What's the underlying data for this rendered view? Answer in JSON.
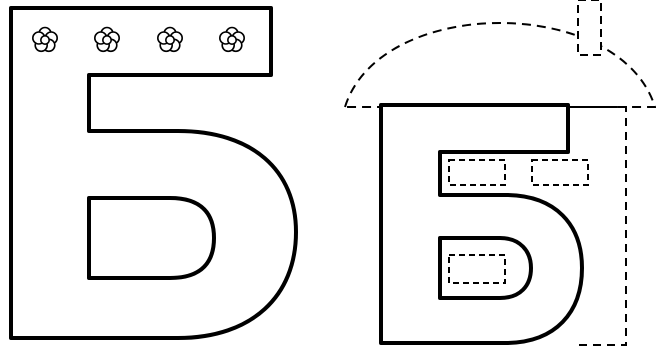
{
  "colors": {
    "ink": "#000000",
    "paper": "#ffffff"
  },
  "left_letter": {
    "name": "capital-be-letter",
    "flowers": [
      {
        "icon": "flower-icon"
      },
      {
        "icon": "flower-icon"
      },
      {
        "icon": "flower-icon"
      },
      {
        "icon": "flower-icon"
      }
    ]
  },
  "right_letter": {
    "name": "small-be-letter",
    "house_roof": {
      "style": "dashed"
    },
    "chimney": {
      "style": "dashed"
    },
    "windows": [
      {
        "icon": "window-outline"
      },
      {
        "icon": "window-outline"
      },
      {
        "icon": "window-outline"
      }
    ]
  }
}
